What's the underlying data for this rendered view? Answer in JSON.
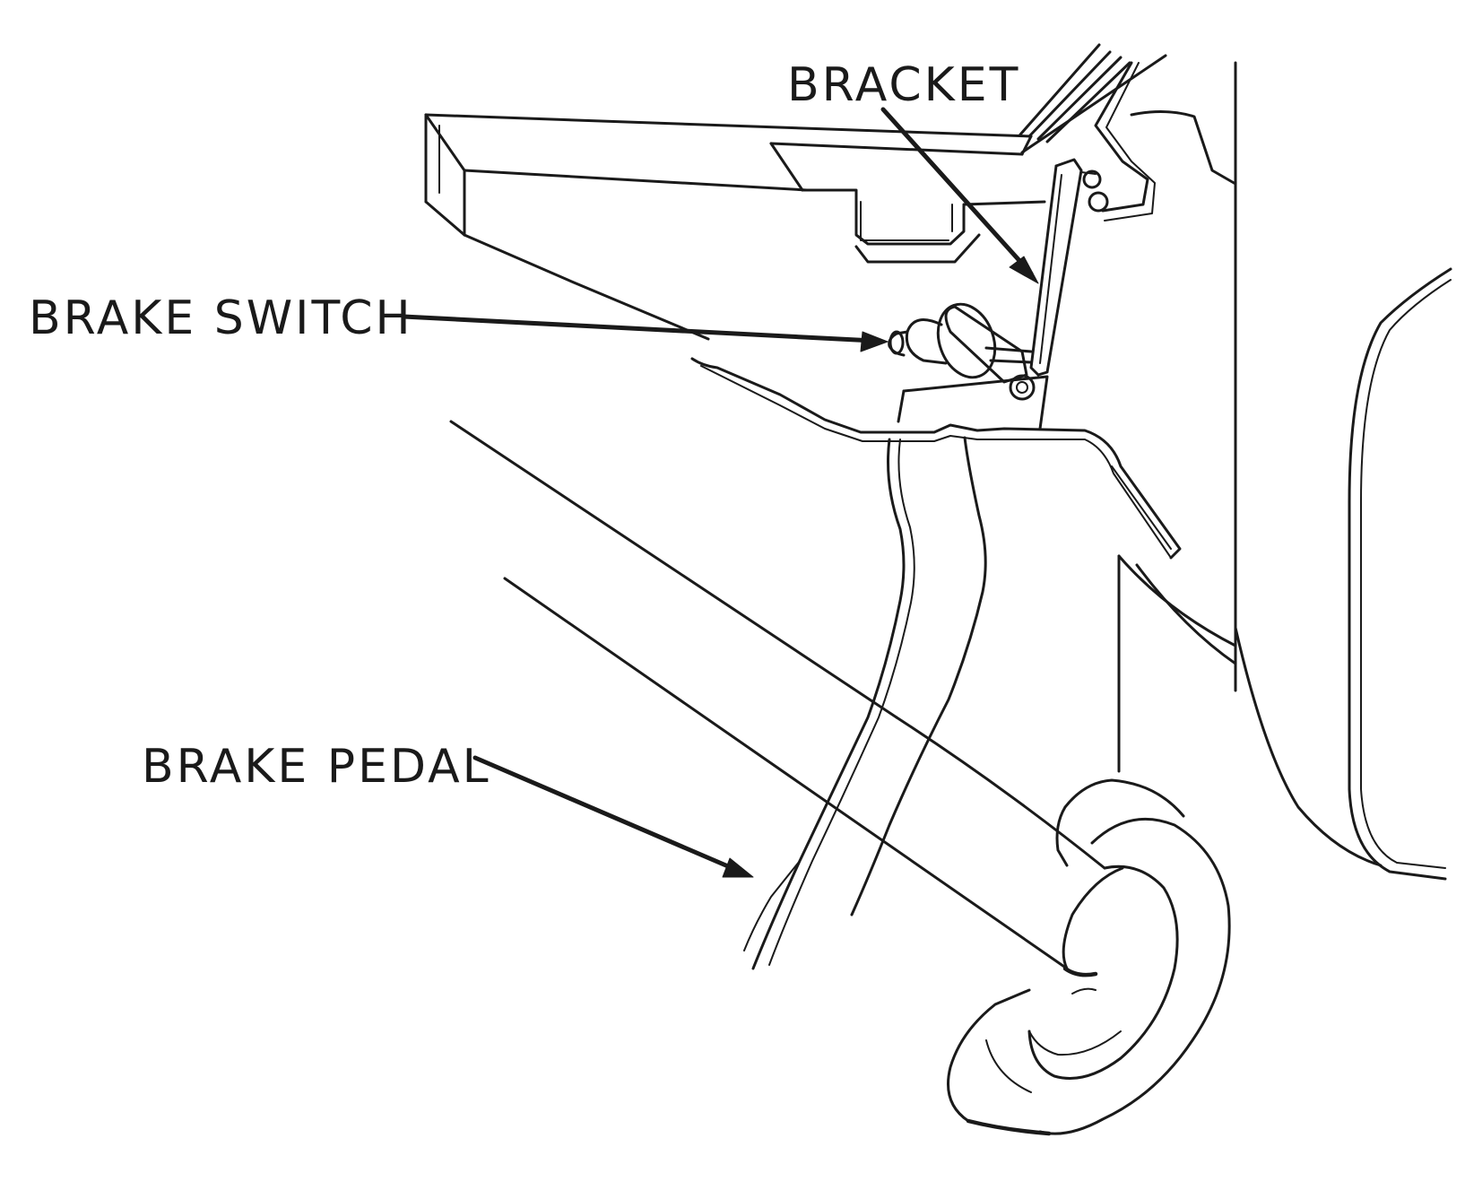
{
  "labels": {
    "bracket": "BRACKET",
    "brake_switch": "BRAKE SWITCH",
    "brake_pedal": "BRAKE PEDAL"
  },
  "colors": {
    "ink": "#1a1a1a",
    "paper": "#ffffff"
  }
}
